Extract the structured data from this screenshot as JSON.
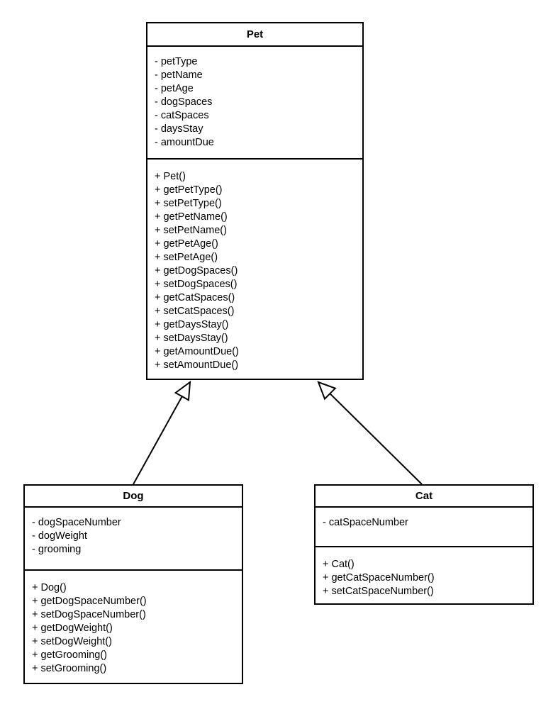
{
  "diagram": {
    "type": "uml-class-diagram",
    "colors": {
      "background": "#ffffff",
      "stroke": "#000000",
      "box_fill": "#ffffff",
      "text": "#000000"
    },
    "classes": [
      {
        "name": "Pet",
        "attributes": [
          "- petType",
          "- petName",
          "- petAge",
          "- dogSpaces",
          "- catSpaces",
          "- daysStay",
          "- amountDue"
        ],
        "methods": [
          "+ Pet()",
          "+ getPetType()",
          "+ setPetType()",
          "+ getPetName()",
          "+ setPetName()",
          "+ getPetAge()",
          "+ setPetAge()",
          "+ getDogSpaces()",
          "+ setDogSpaces()",
          "+ getCatSpaces()",
          "+ setCatSpaces()",
          "+ getDaysStay()",
          "+ setDaysStay()",
          "+ getAmountDue()",
          "+ setAmountDue()"
        ]
      },
      {
        "name": "Dog",
        "attributes": [
          "- dogSpaceNumber",
          "- dogWeight",
          "- grooming"
        ],
        "methods": [
          "+ Dog()",
          "+ getDogSpaceNumber()",
          "+ setDogSpaceNumber()",
          "+ getDogWeight()",
          "+ setDogWeight()",
          "+ getGrooming()",
          "+ setGrooming()"
        ]
      },
      {
        "name": "Cat",
        "attributes": [
          "- catSpaceNumber"
        ],
        "methods": [
          "+ Cat()",
          "+ getCatSpaceNumber()",
          "+ setCatSpaceNumber()"
        ]
      }
    ],
    "relationships": [
      {
        "from": "Dog",
        "to": "Pet",
        "type": "inheritance"
      },
      {
        "from": "Cat",
        "to": "Pet",
        "type": "inheritance"
      }
    ]
  }
}
